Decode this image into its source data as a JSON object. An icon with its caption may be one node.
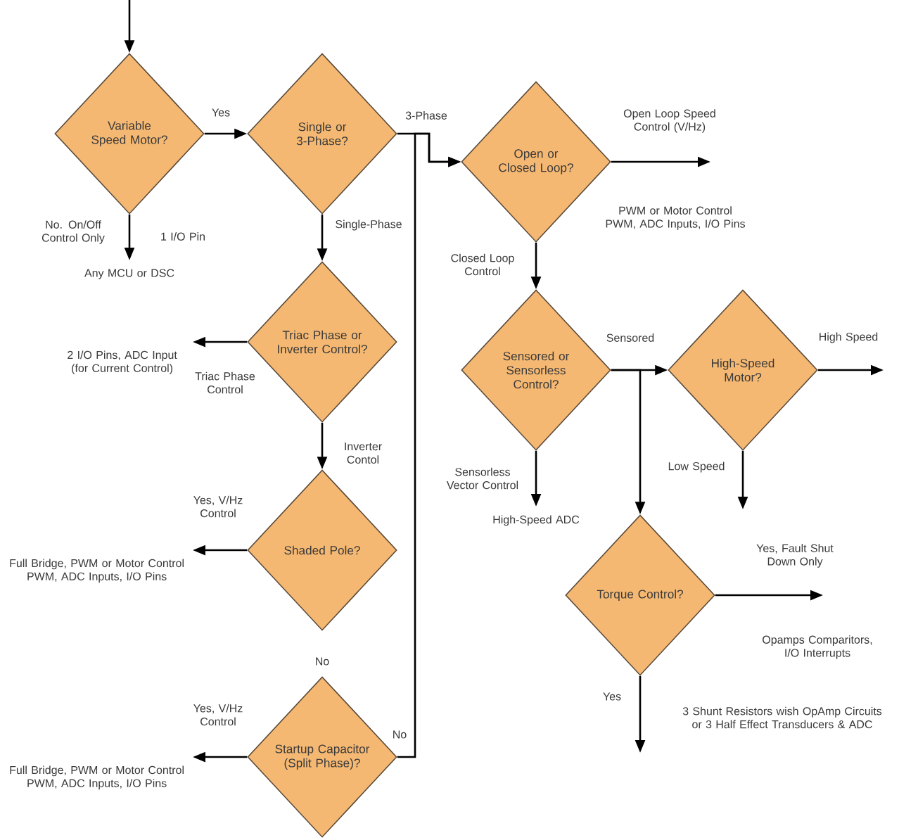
{
  "diagram": {
    "nodes": [
      {
        "text": [
          "Variable Speed Motor?"
        ]
      },
      {
        "text": [
          "Single or 3-Phase?"
        ]
      },
      {
        "text": [
          "Open or Closed Loop?"
        ]
      },
      {
        "text": [
          "Triac Phase or Inverter Control?"
        ]
      },
      {
        "text": [
          "Sensored or Sensorless Control?"
        ]
      },
      {
        "text": [
          "High-Speed Motor?"
        ]
      },
      {
        "text": [
          "Shaded Pole?"
        ]
      },
      {
        "text": [
          "Torque Control?"
        ]
      },
      {
        "text": [
          "Startup Capacitor (Split Phase)?"
        ]
      },
      {
        "text": [
          "Any MCU or DSC"
        ]
      },
      {
        "text": [
          "2 I/O Pins, ADC Input (for Current Control)"
        ]
      },
      {
        "text": [
          "Full Bridge, PWM or Motor Control PWM, ADC Inputs, I/O Pins"
        ]
      },
      {
        "text": [
          "Full Bridge, PWM or Motor Control PWM, ADC Inputs, I/O Pins"
        ]
      },
      {
        "text": [
          "High-Speed ADC"
        ]
      }
    ],
    "edges": [
      {
        "from": null,
        "to": 0,
        "arrow": "to"
      },
      {
        "from": 0,
        "to": 1,
        "arrow": "to",
        "label": "Yes"
      },
      {
        "from": 0,
        "to": 9,
        "arrow": "to",
        "label": "No. On/Off Control Only"
      },
      {
        "from": 1,
        "to": 2,
        "arrow": "to",
        "label": "3-Phase"
      },
      {
        "from": 1,
        "to": 3,
        "arrow": "to",
        "label": "Single-Phase"
      },
      {
        "from": 3,
        "to": 10,
        "arrow": "to",
        "label": "Triac Phase Control"
      },
      {
        "from": 3,
        "to": 6,
        "arrow": "to",
        "label": "Inverter Contol"
      },
      {
        "from": 6,
        "to": 11,
        "arrow": "to",
        "label": "Yes, V/Hz Control"
      },
      {
        "from": 8,
        "to": 12,
        "arrow": "to",
        "label": "Yes, V/Hz Control"
      },
      {
        "from": 8,
        "to": 2,
        "arrow": "to",
        "label": "No"
      },
      {
        "from": 2,
        "to": null,
        "arrow": "to",
        "label": "Open Loop Speed Control (V/Hz)"
      },
      {
        "from": 2,
        "to": 4,
        "arrow": "to",
        "label": "Closed Loop Control"
      },
      {
        "from": 4,
        "to": 5,
        "arrow": "to",
        "label": "Sensored"
      },
      {
        "from": 4,
        "to": 7,
        "arrow": "to"
      },
      {
        "from": 4,
        "to": 13,
        "arrow": "to",
        "label": "Sensorless Vector Control"
      },
      {
        "from": 5,
        "to": null,
        "arrow": "to",
        "label": "High Speed"
      },
      {
        "from": 5,
        "to": null,
        "arrow": "to",
        "label": "Low Speed"
      },
      {
        "from": 7,
        "to": null,
        "arrow": "to",
        "label": "Yes, Fault Shut Down Only"
      },
      {
        "from": 7,
        "to": null,
        "arrow": "to",
        "label": "Yes"
      }
    ],
    "labels": [
      "1 I/O Pin",
      "PWM or Motor Control PWM, ADC Inputs, I/O Pins",
      "No",
      "Opamps Comparitors, I/O Interrupts",
      "3 Shunt Resistors wish OpAmp Circuits or 3 Half Effect Transducers & ADC"
    ]
  }
}
